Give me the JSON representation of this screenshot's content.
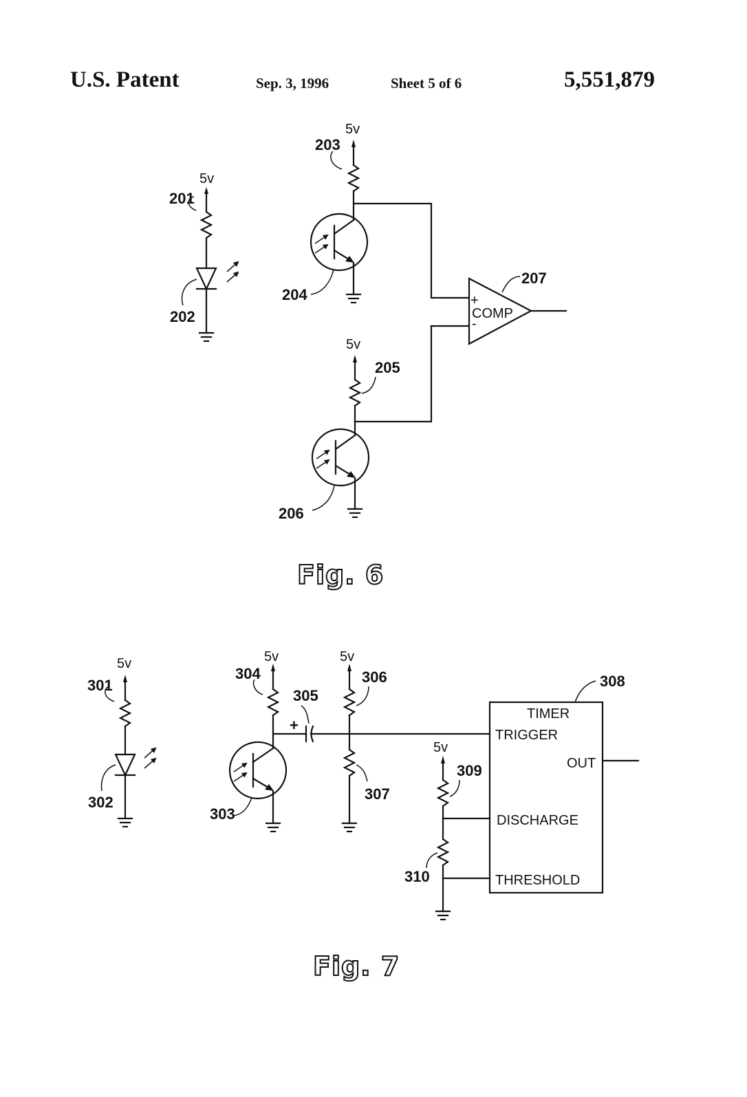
{
  "header": {
    "left": "U.S. Patent",
    "date": "Sep. 3, 1996",
    "sheet": "Sheet 5 of 6",
    "number": "5,551,879"
  },
  "fig6": {
    "caption": "Fig. 6",
    "supply": "5v",
    "comparator_plus": "+",
    "comparator_label": "COMP",
    "comparator_minus": "-",
    "refs": {
      "r201": "201",
      "led202": "202",
      "r203": "203",
      "q204": "204",
      "r205": "205",
      "q206": "206",
      "comp207": "207"
    }
  },
  "fig7": {
    "caption": "Fig. 7",
    "supply": "5v",
    "cap_polarity": "+",
    "timer": {
      "title": "TIMER",
      "trigger": "TRIGGER",
      "out": "OUT",
      "discharge": "DISCHARGE",
      "threshold": "THRESHOLD"
    },
    "refs": {
      "r301": "301",
      "led302": "302",
      "q303": "303",
      "r304": "304",
      "c305": "305",
      "r306": "306",
      "r307": "307",
      "timer308": "308",
      "r309": "309",
      "r310": "310"
    }
  }
}
